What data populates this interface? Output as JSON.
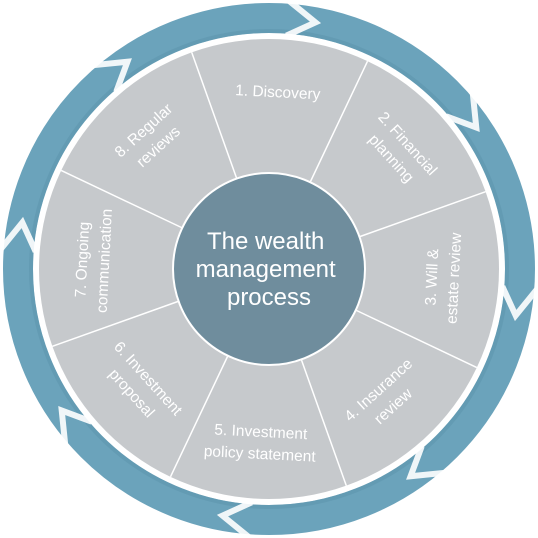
{
  "diagram": {
    "center_title": [
      "The wealth",
      "management",
      "process"
    ],
    "stages": [
      {
        "lines": [
          "1. Discovery"
        ]
      },
      {
        "lines": [
          "2. Financial",
          "planning"
        ]
      },
      {
        "lines": [
          "3. Will &",
          "estate review"
        ]
      },
      {
        "lines": [
          "4. Insurance",
          "review"
        ]
      },
      {
        "lines": [
          "5. Investment",
          "policy statement"
        ]
      },
      {
        "lines": [
          "6. Investment",
          "proposal"
        ]
      },
      {
        "lines": [
          "7. Ongoing",
          "communication"
        ]
      },
      {
        "lines": [
          "8. Regular",
          "reviews"
        ]
      }
    ],
    "colors": {
      "outer_ring": "#6ba3bb",
      "outer_ring_dark": "#5b93ab",
      "segments": "#c6c9cc",
      "segment_borders": "#ffffff",
      "center": "#6f8d9d",
      "center_border": "#ffffff"
    }
  }
}
